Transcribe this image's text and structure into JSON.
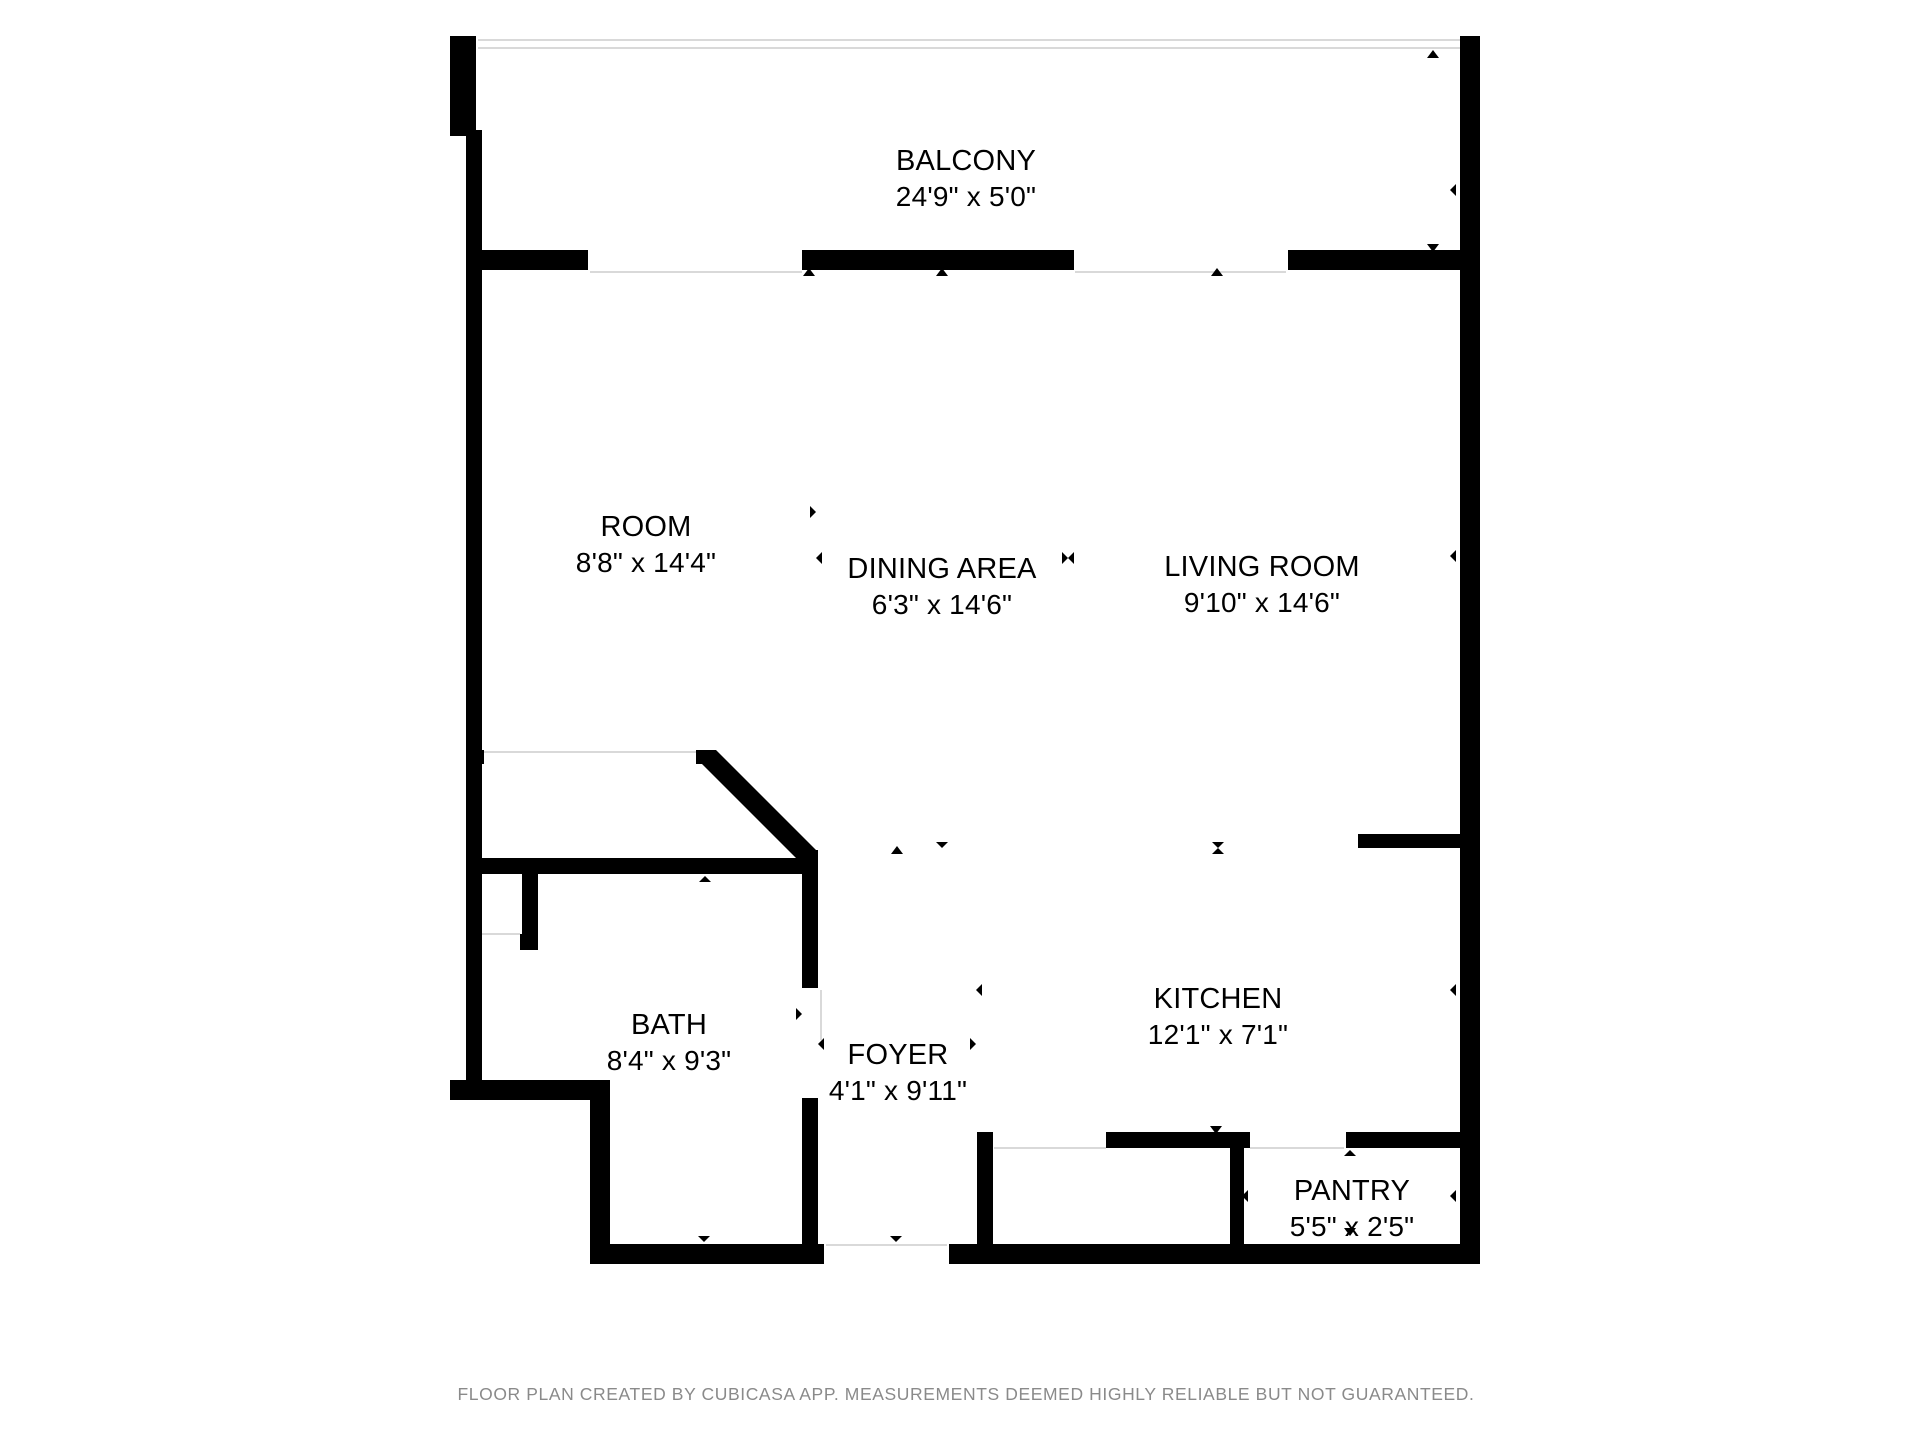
{
  "colors": {
    "wall": "#000000",
    "background": "#ffffff",
    "footer_text": "#8a8a8a",
    "opening": "#d9d9d9"
  },
  "rooms": {
    "balcony": {
      "name": "BALCONY",
      "dims": "24'9\" x 5'0\""
    },
    "room": {
      "name": "ROOM",
      "dims": "8'8\" x 14'4\""
    },
    "dining": {
      "name": "DINING AREA",
      "dims": "6'3\" x 14'6\""
    },
    "living": {
      "name": "LIVING ROOM",
      "dims": "9'10\" x 14'6\""
    },
    "bath": {
      "name": "BATH",
      "dims": "8'4\" x 9'3\""
    },
    "foyer": {
      "name": "FOYER",
      "dims": "4'1\" x 9'11\""
    },
    "kitchen": {
      "name": "KITCHEN",
      "dims": "12'1\" x 7'1\""
    },
    "pantry": {
      "name": "PANTRY",
      "dims": "5'5\" x 2'5\""
    }
  },
  "footer": {
    "disclaimer": "FLOOR PLAN CREATED BY CUBICASA APP. MEASUREMENTS DEEMED HIGHLY RELIABLE BUT NOT GUARANTEED."
  }
}
